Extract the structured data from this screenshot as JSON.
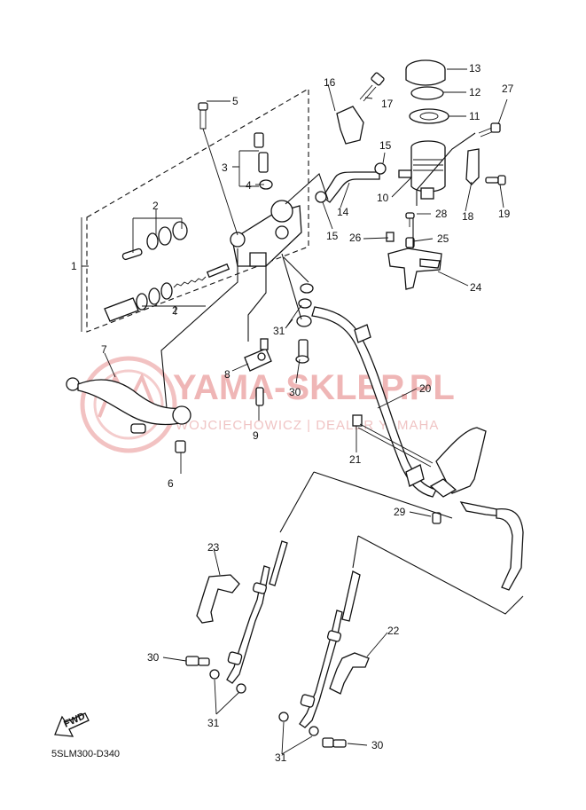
{
  "watermark": {
    "brand": "YAMA-SKLEP.PL",
    "tagline": "WOJCIECHOWICZ | DEALER YAMAHA"
  },
  "diagram_code": "5SLM300-D340",
  "fwd_label": "FWD",
  "callouts": [
    {
      "id": "c1",
      "text": "1"
    },
    {
      "id": "c2a",
      "text": "2"
    },
    {
      "id": "c2b",
      "text": "2"
    },
    {
      "id": "c3",
      "text": "3"
    },
    {
      "id": "c4",
      "text": "4"
    },
    {
      "id": "c5",
      "text": "5"
    },
    {
      "id": "c6",
      "text": "6"
    },
    {
      "id": "c7",
      "text": "7"
    },
    {
      "id": "c8",
      "text": "8"
    },
    {
      "id": "c9",
      "text": "9"
    },
    {
      "id": "c10",
      "text": "10"
    },
    {
      "id": "c11",
      "text": "11"
    },
    {
      "id": "c12",
      "text": "12"
    },
    {
      "id": "c13",
      "text": "13"
    },
    {
      "id": "c14",
      "text": "14"
    },
    {
      "id": "c15a",
      "text": "15"
    },
    {
      "id": "c15b",
      "text": "15"
    },
    {
      "id": "c16",
      "text": "16"
    },
    {
      "id": "c17",
      "text": "17"
    },
    {
      "id": "c18",
      "text": "18"
    },
    {
      "id": "c19",
      "text": "19"
    },
    {
      "id": "c20",
      "text": "20"
    },
    {
      "id": "c21",
      "text": "21"
    },
    {
      "id": "c22",
      "text": "22"
    },
    {
      "id": "c23",
      "text": "23"
    },
    {
      "id": "c24",
      "text": "24"
    },
    {
      "id": "c25",
      "text": "25"
    },
    {
      "id": "c26",
      "text": "26"
    },
    {
      "id": "c27",
      "text": "27"
    },
    {
      "id": "c28",
      "text": "28"
    },
    {
      "id": "c29",
      "text": "29"
    },
    {
      "id": "c30a",
      "text": "30"
    },
    {
      "id": "c30b",
      "text": "30"
    },
    {
      "id": "c30c",
      "text": "30"
    },
    {
      "id": "c31a",
      "text": "31"
    },
    {
      "id": "c31b",
      "text": "31"
    },
    {
      "id": "c31c",
      "text": "31"
    }
  ]
}
